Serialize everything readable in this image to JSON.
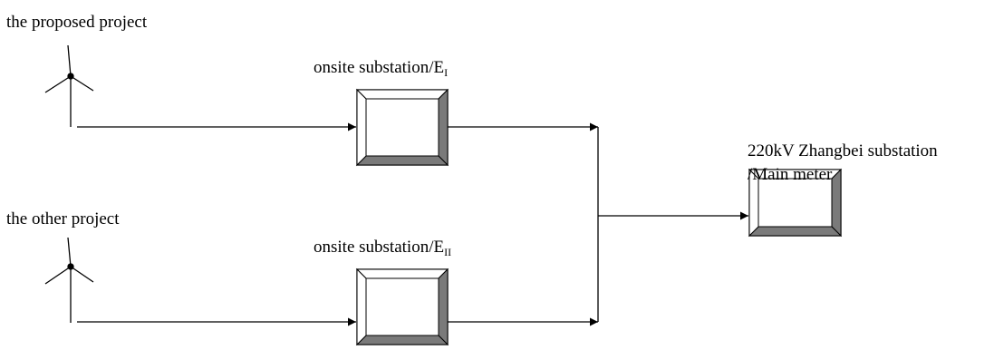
{
  "labels": {
    "proposed_project": "the proposed project",
    "other_project": "the other project",
    "substation_1_prefix": "onsite substation/E",
    "substation_1_sub": "I",
    "substation_2_prefix": "onsite substation/E",
    "substation_2_sub": "II",
    "main_line1": "220kV Zhangbei substation",
    "main_line2": "/Main meter"
  },
  "colors": {
    "stroke": "#000000",
    "bevel_dark": "#7a7a7a",
    "bevel_light": "#cfcfcf",
    "background": "#ffffff"
  }
}
